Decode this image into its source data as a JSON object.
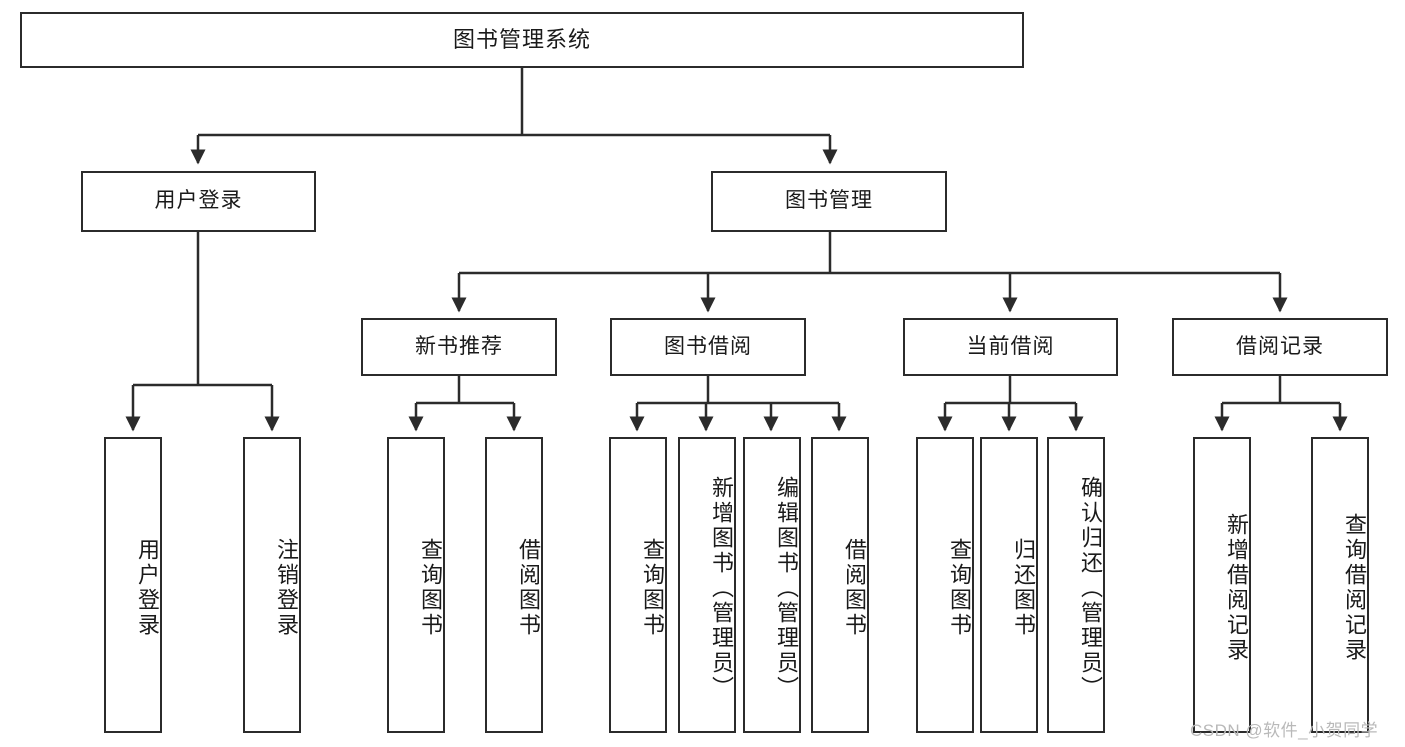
{
  "diagram": {
    "type": "tree-hierarchy-flowchart",
    "title": "图书管理系统",
    "watermark": "CSDN @软件_小贺同学",
    "colors": {
      "stroke": "#2b2b2b",
      "fill": "#ffffff",
      "text": "#1a1a1a",
      "watermark": "#b9b9b9"
    },
    "levels": {
      "level1": [
        "图书管理系统"
      ],
      "level2": [
        "用户登录",
        "图书管理"
      ],
      "level3": [
        "新书推荐",
        "图书借阅",
        "当前借阅",
        "借阅记录"
      ],
      "level4": [
        "用户登录",
        "注销登录",
        "查询图书",
        "借阅图书",
        "查询图书",
        "新增图书（管理员）",
        "编辑图书（管理员）",
        "借阅图书",
        "查询图书",
        "归还图书",
        "确认归还（管理员）",
        "新增借阅记录",
        "查询借阅记录"
      ]
    },
    "nodes": {
      "root": {
        "label": "图书管理系统"
      },
      "user_login": {
        "label": "用户登录"
      },
      "book_manage": {
        "label": "图书管理"
      },
      "new_book_rec": {
        "label": "新书推荐"
      },
      "book_borrow": {
        "label": "图书借阅"
      },
      "current_borrow": {
        "label": "当前借阅"
      },
      "borrow_record": {
        "label": "借阅记录"
      },
      "leaf_user_login": {
        "label": "用户登录"
      },
      "leaf_logout": {
        "label": "注销登录"
      },
      "leaf_query_book_1": {
        "label": "查询图书"
      },
      "leaf_borrow_book_1": {
        "label": "借阅图书"
      },
      "leaf_query_book_2": {
        "label": "查询图书"
      },
      "leaf_add_book_admin": {
        "label": "新增图书（管理员）"
      },
      "leaf_edit_book_admin": {
        "label": "编辑图书（管理员）"
      },
      "leaf_borrow_book_2": {
        "label": "借阅图书"
      },
      "leaf_query_book_3": {
        "label": "查询图书"
      },
      "leaf_return_book": {
        "label": "归还图书"
      },
      "leaf_confirm_return_admin": {
        "label": "确认归还（管理员）"
      },
      "leaf_add_borrow_record": {
        "label": "新增借阅记录"
      },
      "leaf_query_borrow_record": {
        "label": "查询借阅记录"
      }
    },
    "edges": [
      {
        "from": "root",
        "to": "user_login"
      },
      {
        "from": "root",
        "to": "book_manage"
      },
      {
        "from": "user_login",
        "to": "leaf_user_login"
      },
      {
        "from": "user_login",
        "to": "leaf_logout"
      },
      {
        "from": "book_manage",
        "to": "new_book_rec"
      },
      {
        "from": "book_manage",
        "to": "book_borrow"
      },
      {
        "from": "book_manage",
        "to": "current_borrow"
      },
      {
        "from": "book_manage",
        "to": "borrow_record"
      },
      {
        "from": "new_book_rec",
        "to": "leaf_query_book_1"
      },
      {
        "from": "new_book_rec",
        "to": "leaf_borrow_book_1"
      },
      {
        "from": "book_borrow",
        "to": "leaf_query_book_2"
      },
      {
        "from": "book_borrow",
        "to": "leaf_add_book_admin"
      },
      {
        "from": "book_borrow",
        "to": "leaf_edit_book_admin"
      },
      {
        "from": "book_borrow",
        "to": "leaf_borrow_book_2"
      },
      {
        "from": "current_borrow",
        "to": "leaf_query_book_3"
      },
      {
        "from": "current_borrow",
        "to": "leaf_return_book"
      },
      {
        "from": "current_borrow",
        "to": "leaf_confirm_return_admin"
      },
      {
        "from": "borrow_record",
        "to": "leaf_add_borrow_record"
      },
      {
        "from": "borrow_record",
        "to": "leaf_query_borrow_record"
      }
    ]
  }
}
